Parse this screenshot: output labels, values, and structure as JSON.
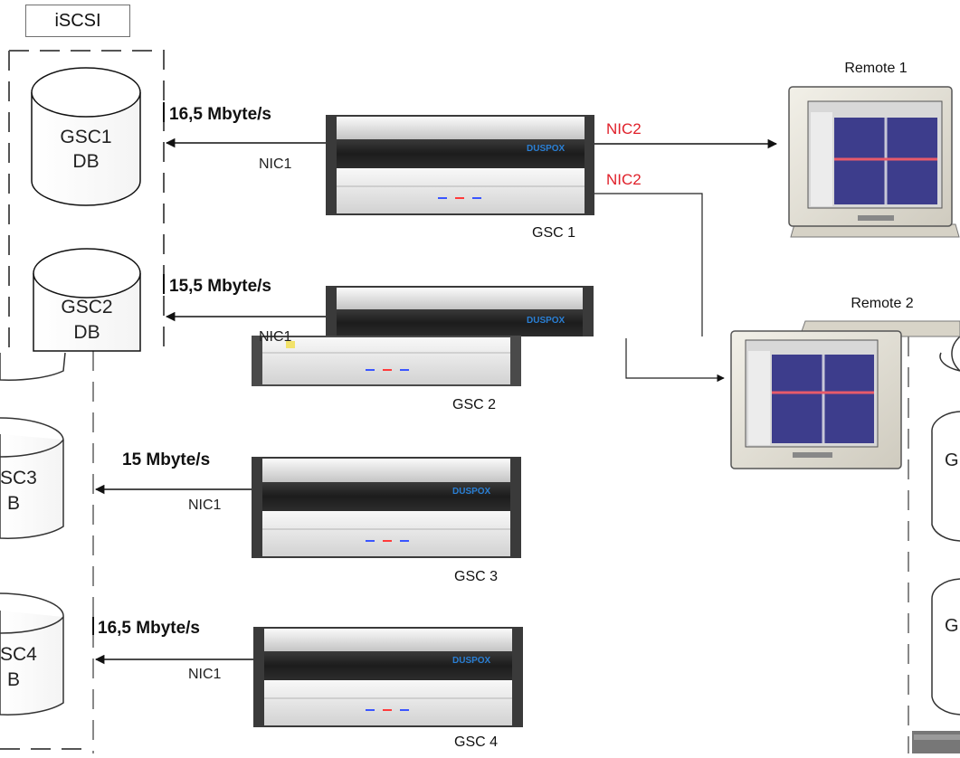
{
  "iscsi_label": "iSCSI",
  "databases": [
    {
      "line1": "GSC1",
      "line2": "DB"
    },
    {
      "line1": "GSC2",
      "line2": "DB"
    },
    {
      "line1": "SC3",
      "line2": "B"
    },
    {
      "line1": "SC4",
      "line2": "B"
    }
  ],
  "servers": [
    {
      "name": "GSC 1",
      "rate": "16,5  Mbyte/s",
      "nic": "NIC1",
      "brand": "DUSPOX"
    },
    {
      "name": "GSC 2",
      "rate": "15,5  Mbyte/s",
      "nic": "NIC1",
      "brand": "DUSPOX"
    },
    {
      "name": "GSC 3",
      "rate": "15 Mbyte/s",
      "nic": "NIC1",
      "brand": "DUSPOX"
    },
    {
      "name": "GSC 4",
      "rate": "16,5  Mbyte/s",
      "nic": "NIC1",
      "brand": "DUSPOX"
    }
  ],
  "nic2_labels": [
    "NIC2",
    "NIC2"
  ],
  "remotes": [
    "Remote 1",
    "Remote 2"
  ],
  "right_partial_labels": [
    "G",
    "G"
  ],
  "colors": {
    "nic2_red": "#e0202a",
    "screen_blue": "#3d3d8c",
    "bezel_gray": "#eceae2",
    "rack_dark": "#1e1e1e",
    "brand_blue": "#2a7fd4"
  }
}
